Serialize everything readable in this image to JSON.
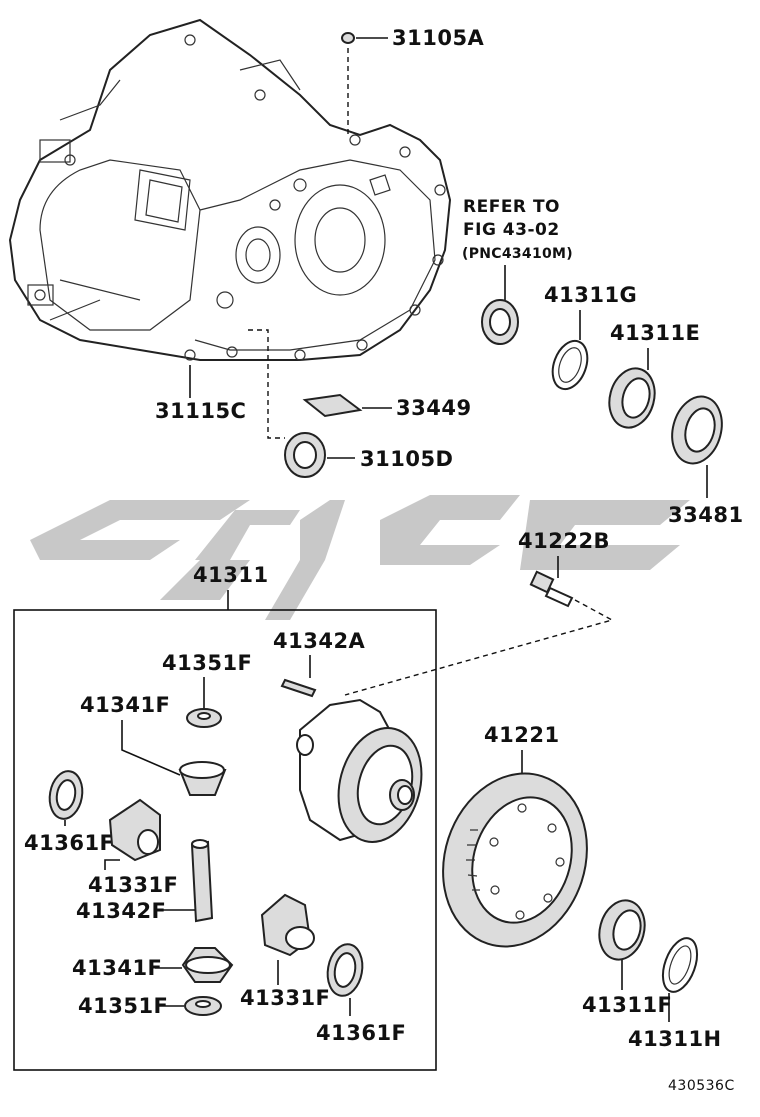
{
  "diagram": {
    "watermark_color": "#c8c8c8",
    "labels": {
      "p31105A": "31105A",
      "refer_line1": "REFER TO",
      "refer_line2": "FIG 43-02",
      "refer_line3": "(PNC43410M)",
      "p41311G": "41311G",
      "p41311E": "41311E",
      "p31115C": "31115C",
      "p33449": "33449",
      "p31105D": "31105D",
      "p33481": "33481",
      "p41222B": "41222B",
      "p41311": "41311",
      "p41342A": "41342A",
      "p41351F_top": "41351F",
      "p41341F_top": "41341F",
      "p41221": "41221",
      "p41361F_left": "41361F",
      "p41331F_left": "41331F",
      "p41342F": "41342F",
      "p41341F_bottom": "41341F",
      "p41351F_bottom": "41351F",
      "p41331F_right": "41331F",
      "p41361F_right": "41361F",
      "p41311F": "41311F",
      "p41311H": "41311H",
      "figure_code": "430536C"
    }
  }
}
